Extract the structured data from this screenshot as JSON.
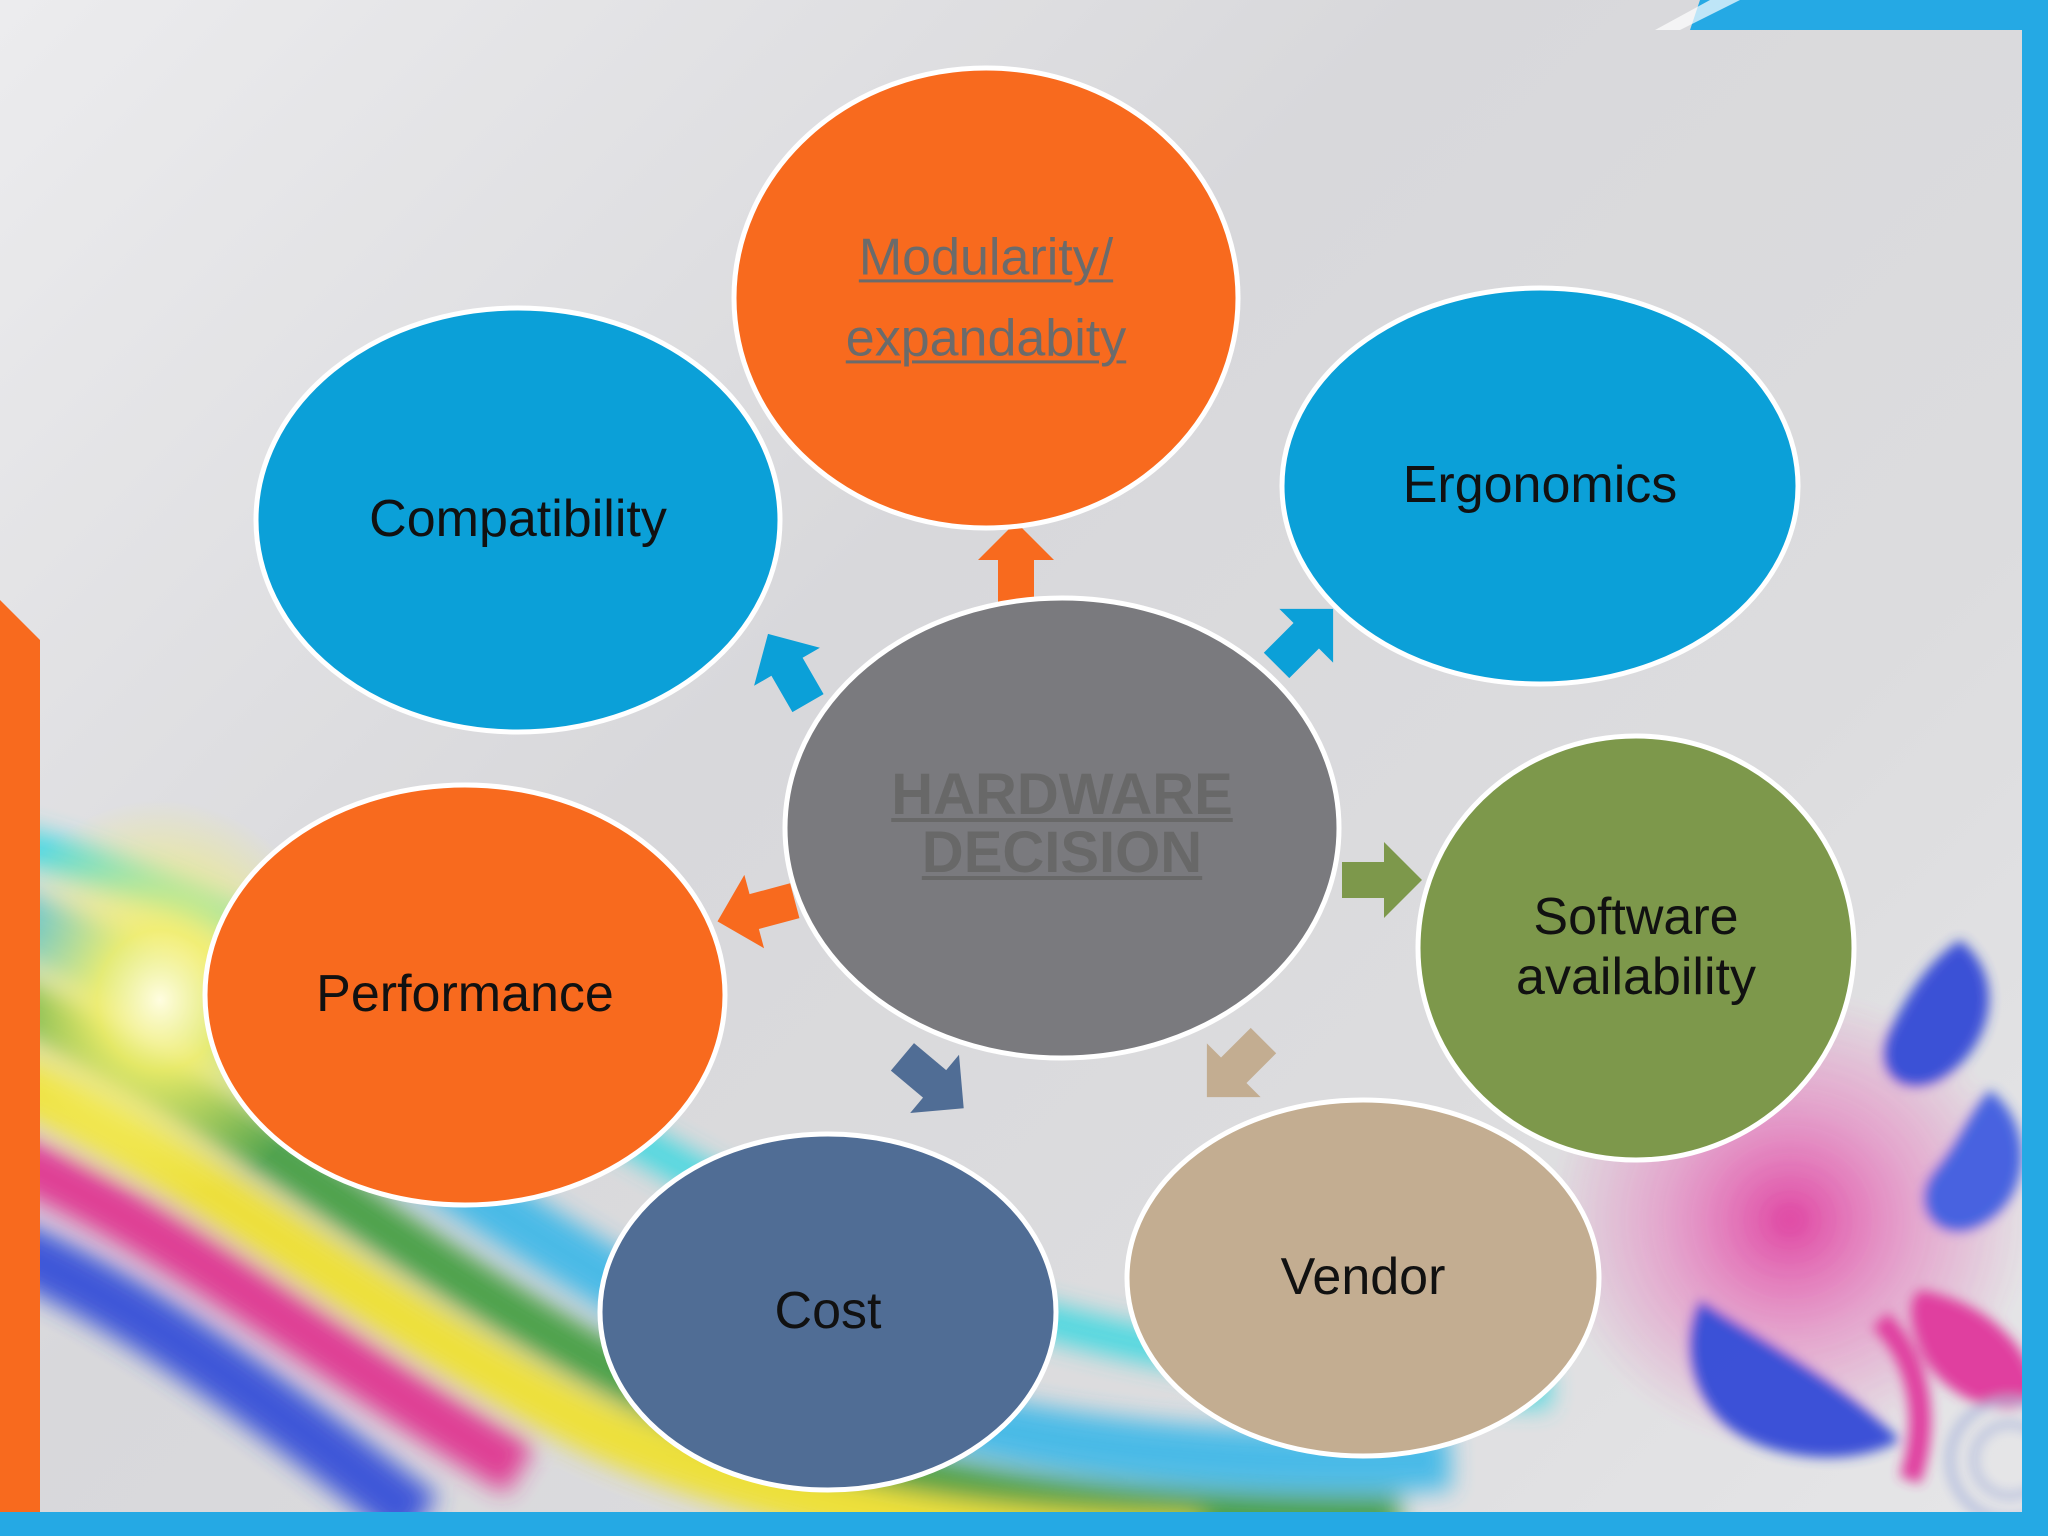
{
  "center": {
    "lines": [
      "HARDWARE",
      "DECISION"
    ],
    "color": "#7a7a7e"
  },
  "nodes": [
    {
      "key": "modularity",
      "lines": [
        "Modularity/",
        "expandabity"
      ],
      "color": "#f86a1e",
      "linked": true
    },
    {
      "key": "ergonomics",
      "lines": [
        "Ergonomics"
      ],
      "color": "#0ba0d8",
      "linked": false
    },
    {
      "key": "software",
      "lines": [
        "Software",
        "availability"
      ],
      "color": "#7d984b",
      "linked": false
    },
    {
      "key": "vendor",
      "lines": [
        "Vendor"
      ],
      "color": "#c3ad91",
      "linked": false
    },
    {
      "key": "cost",
      "lines": [
        "Cost"
      ],
      "color": "#506d95",
      "linked": false
    },
    {
      "key": "performance",
      "lines": [
        "Performance"
      ],
      "color": "#f86a1e",
      "linked": false
    },
    {
      "key": "compatibility",
      "lines": [
        "Compatibility"
      ],
      "color": "#0ba0d8",
      "linked": false
    }
  ],
  "connector_colors": {
    "modularity": "#f86a1e",
    "ergonomics": "#0ba0d8",
    "software": "#7d984b",
    "vendor": "#c3ad91",
    "cost": "#506d95",
    "performance": "#f86a1e",
    "compatibility": "#0ba0d8"
  },
  "frame_colors": {
    "accent_blue": "#25a9e4",
    "accent_orange": "#f86a1e"
  }
}
